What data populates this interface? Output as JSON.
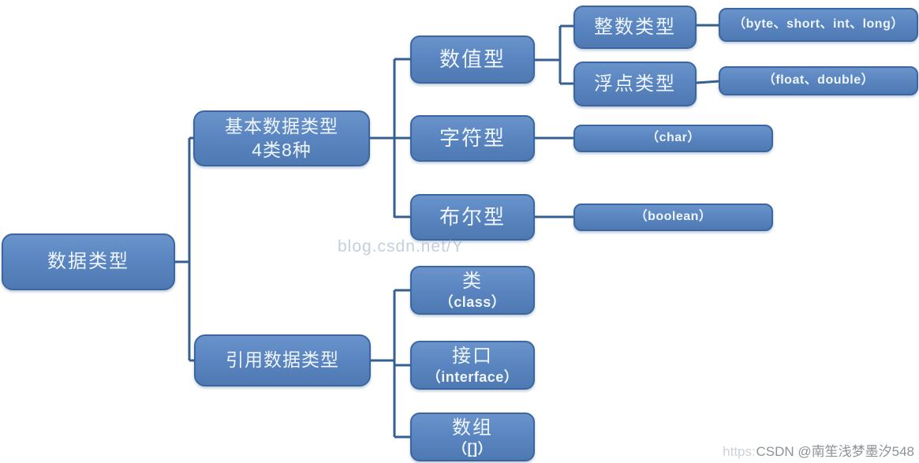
{
  "diagram": {
    "title_hint": "Java data type hierarchy",
    "root": {
      "label": "数据类型"
    },
    "nodes": {
      "basic": {
        "line1": "基本数据类型",
        "line2": "4类8种"
      },
      "reference": {
        "label": "引用数据类型"
      },
      "numeric": {
        "label": "数值型"
      },
      "char": {
        "label": "字符型"
      },
      "bool": {
        "label": "布尔型"
      },
      "integer": {
        "label": "整数类型"
      },
      "float": {
        "label": "浮点类型"
      },
      "integer_leaf": {
        "label": "（byte、short、int、long）"
      },
      "float_leaf": {
        "label": "（float、double）"
      },
      "char_leaf": {
        "label": "（char）"
      },
      "bool_leaf": {
        "label": "（boolean）"
      },
      "class": {
        "line1": "类",
        "line2": "（class）"
      },
      "interface": {
        "line1": "接口",
        "line2": "（interface）"
      },
      "array": {
        "line1": "数组",
        "line2": "（[]）"
      }
    },
    "colors": {
      "node_fill": "#5b86c1",
      "node_fill_bottom": "#4e79b2",
      "node_border": "#3c66a0",
      "connector": "#365f91",
      "node_text": "#eef5fc",
      "background": "#ffffff"
    }
  },
  "watermarks": {
    "center": "blog.csdn.net/Y",
    "bottom_prefix": "https:",
    "bottom_main": "CSDN @南笙浅梦墨汐548"
  }
}
